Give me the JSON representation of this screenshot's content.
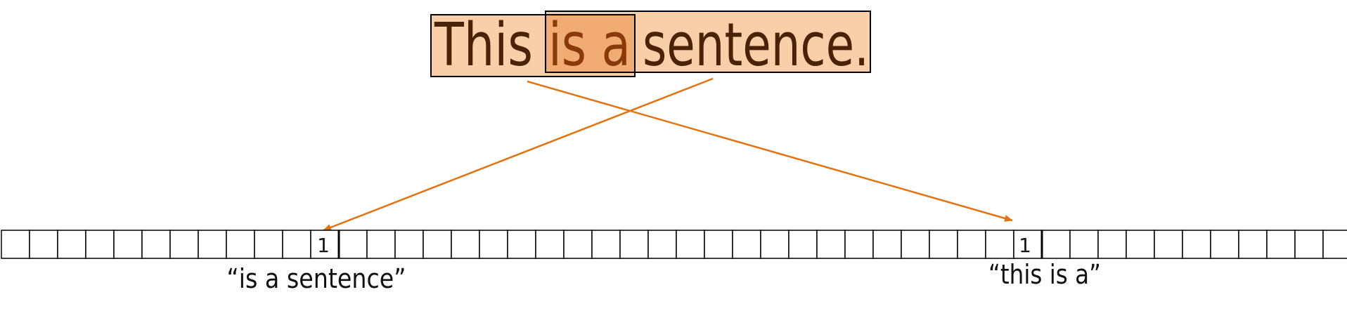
{
  "sentence": {
    "word_this": "This",
    "highlighted": "is a",
    "word_sentence": "sentence."
  },
  "colors": {
    "box_fill": "#f8cfa9",
    "overlap_fill": "#f1ac73",
    "text": "#4a2205",
    "highlight_text": "#8a3a0a",
    "arrow": "#e07412",
    "outline": "#000000"
  },
  "array": {
    "cell_count": 48,
    "marked": [
      {
        "index": 11,
        "value": "1",
        "caption": "“is a sentence”"
      },
      {
        "index": 36,
        "value": "1",
        "caption": "“this is a”"
      }
    ]
  }
}
